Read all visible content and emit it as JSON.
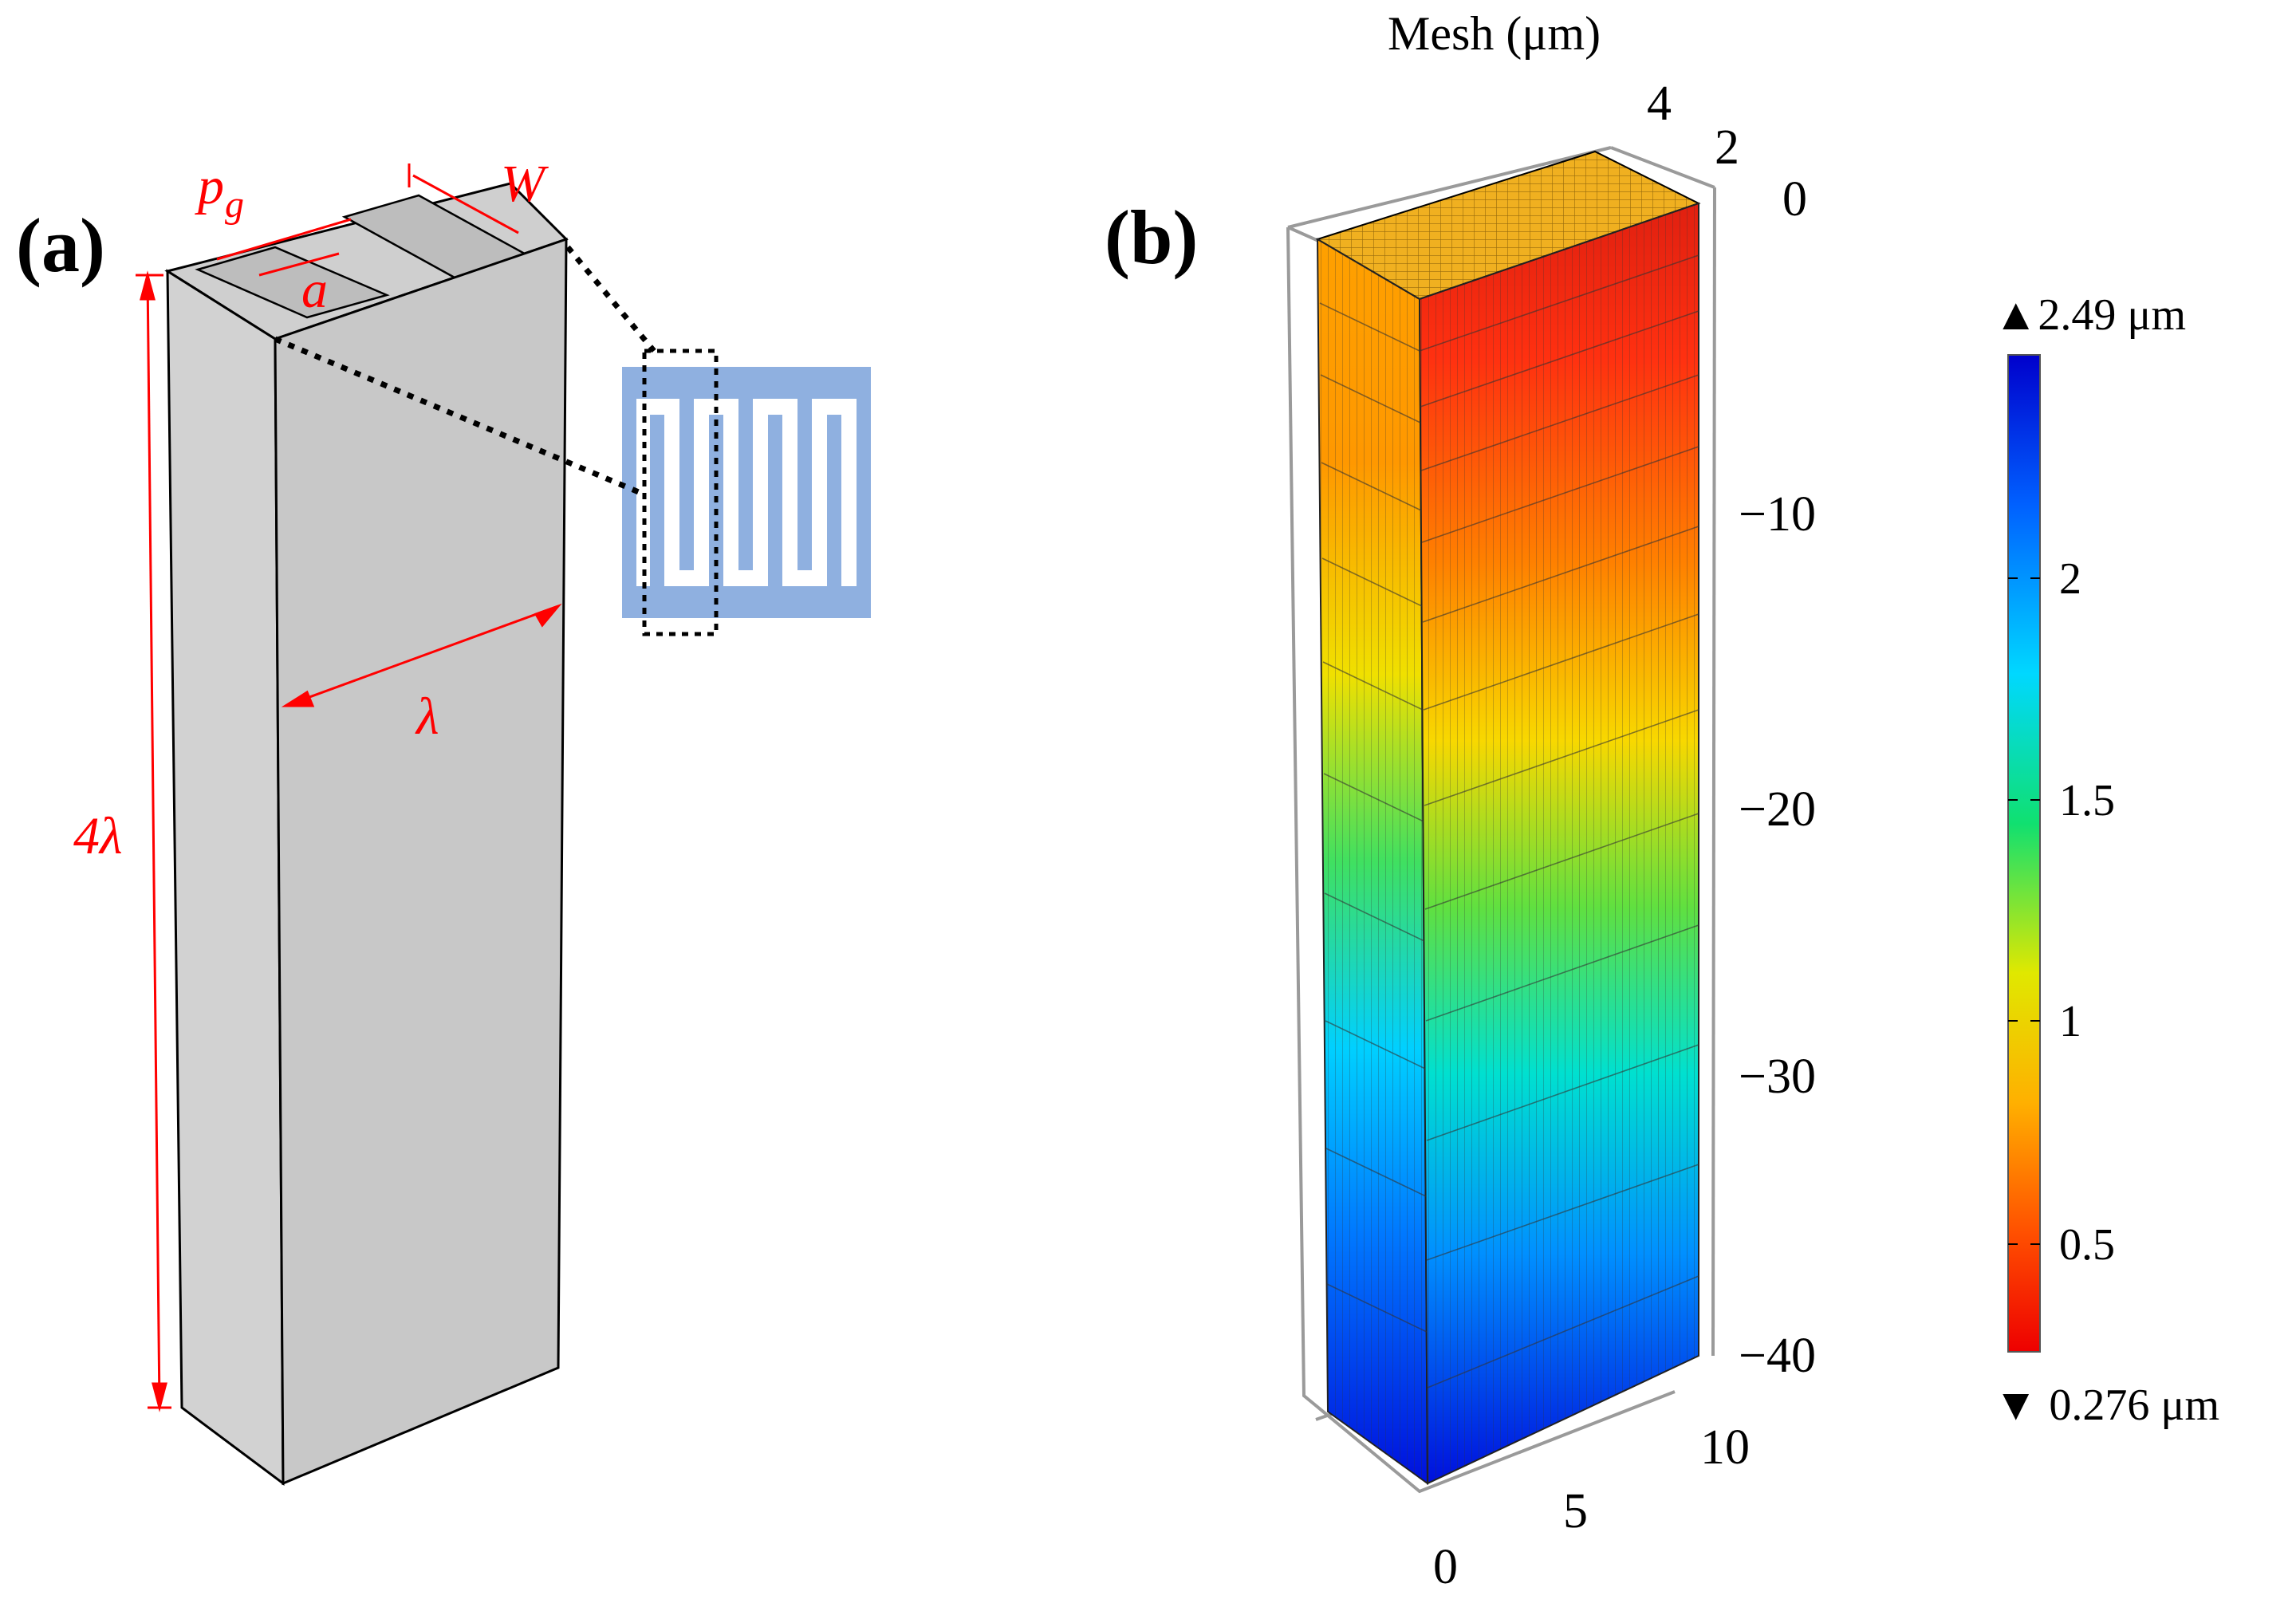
{
  "panel_a": {
    "label": "(a)",
    "dims": {
      "pg_main": "p",
      "pg_sub": "g",
      "a": "a",
      "W": "W",
      "lambda": "λ",
      "four_lambda": "4λ"
    }
  },
  "panel_b": {
    "label": "(b)",
    "title": "Mesh (μm)",
    "z_ticks": [
      "0",
      "−10",
      "−20",
      "−30",
      "−40"
    ],
    "y_ticks": [
      "4",
      "2"
    ],
    "x_ticks": [
      "0",
      "5",
      "10"
    ],
    "colorbar": {
      "max_label": "▲2.49 μm",
      "min_label": "▼ 0.276 μm",
      "ticks": [
        "2",
        "1.5",
        "1",
        "0.5"
      ],
      "colors": [
        "#0000cc",
        "#0060ff",
        "#00d8ff",
        "#10e070",
        "#e0e800",
        "#ffb000",
        "#ff5000",
        "#ee0000"
      ]
    }
  }
}
